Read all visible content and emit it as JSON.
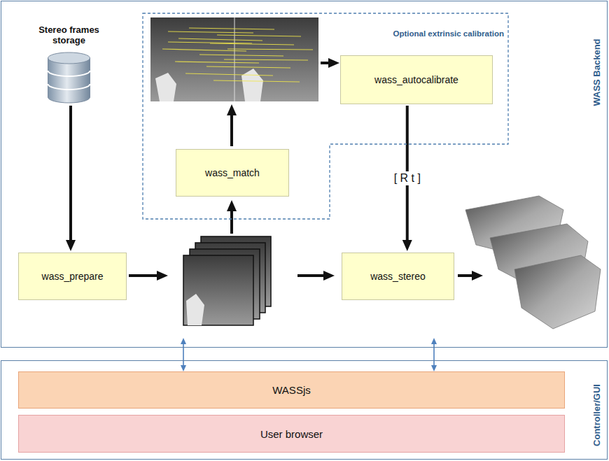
{
  "diagram": {
    "nodes": [
      {
        "text": [
          "WASS Backend"
        ]
      },
      {
        "text": [
          "Optional extrinsic calibration"
        ],
        "in": 0
      },
      {
        "text": [
          "wass_autocalibrate"
        ],
        "in": 1
      },
      {
        "text": [
          "wass_match"
        ],
        "in": 1
      },
      {
        "text": [
          "Stereo frames storage"
        ],
        "in": 0
      },
      {
        "text": [
          "wass_prepare"
        ],
        "in": 0
      },
      {
        "text": [
          "wass_stereo"
        ],
        "in": 0
      },
      {
        "text": [
          "Controller/GUI"
        ]
      },
      {
        "text": [
          "WASSjs"
        ],
        "in": 7
      },
      {
        "text": [
          "User browser"
        ],
        "in": 7
      }
    ],
    "edges": [
      {
        "from": 4,
        "to": 5,
        "arrow": "to"
      },
      {
        "from": 2,
        "to": 6,
        "label": "[ R t ]",
        "arrow": "to"
      },
      {
        "from": 8,
        "to": 0,
        "arrow": "both"
      },
      {
        "from": 8,
        "to": 0,
        "arrow": "both"
      }
    ]
  }
}
